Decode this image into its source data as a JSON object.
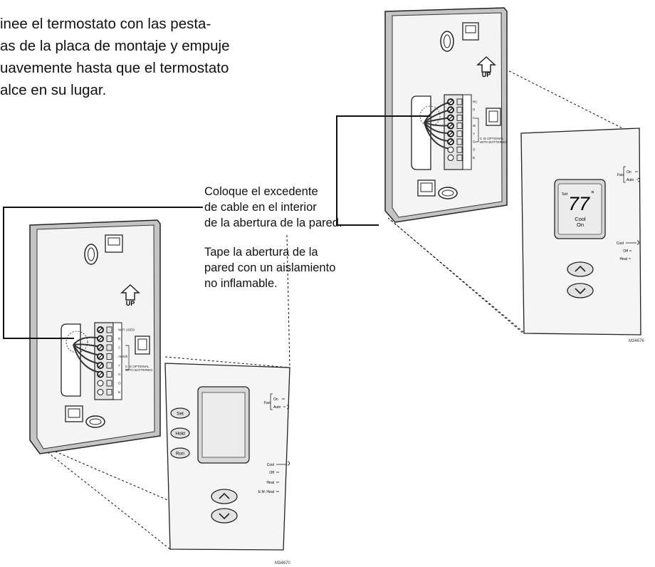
{
  "instruction_lines": [
    "inee el termostato con las pesta-",
    "as de la placa de montaje y empuje",
    "uavemente hasta que el termostato",
    "alce en su lugar."
  ],
  "callouts": {
    "excess_cable": [
      "Coloque el excedente",
      "de cable en el interior",
      "de la abertura de la pared."
    ],
    "insulation": [
      "Tape la abertura de la",
      "pared con un aislamiento",
      "no inflamable."
    ]
  },
  "upper_unit": {
    "terminal_labels": [
      "RC",
      "R",
      "C",
      "W",
      "Y",
      "G",
      "O",
      "B"
    ],
    "battery_note": [
      "C IS OPTIONAL",
      "WITH BATTERIES"
    ],
    "up_label": "UP",
    "display": {
      "set_label": "Set",
      "temperature": "77",
      "degree": "°",
      "mode": "Cool",
      "fan": "On"
    },
    "fan_switch": {
      "label": "Fan",
      "options": [
        "On",
        "Auto"
      ]
    },
    "system_switch": {
      "options": [
        "Cool",
        "Off",
        "Heat"
      ]
    },
    "figure_code": "M34676"
  },
  "lower_unit": {
    "terminal_labels": [
      "NOT USED",
      "R",
      "C",
      "AUX/E",
      "Y",
      "G",
      "O",
      "B"
    ],
    "battery_note": [
      "C IS OPTIONAL",
      "WITH BATTERIES"
    ],
    "up_label": "UP",
    "buttons": [
      "Set",
      "Hold",
      "Run"
    ],
    "fan_switch": {
      "label": "Fan",
      "options": [
        "On",
        "Auto"
      ]
    },
    "system_switch": {
      "options": [
        "Cool",
        "Off",
        "Heat",
        "E.M. Heat"
      ]
    },
    "figure_code": "M34670"
  },
  "colors": {
    "line": "#111111",
    "panel": "#f2f2f2",
    "panel_edge": "#b9b9b9",
    "lcd": "#d9d9d9",
    "wire": "#333333"
  }
}
